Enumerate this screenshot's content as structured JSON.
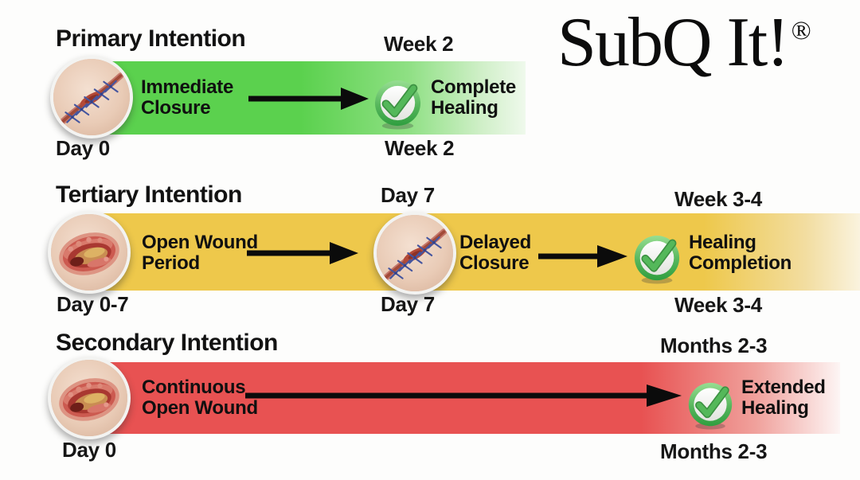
{
  "logo": {
    "brand": "SubQ It!",
    "registered_mark": "®"
  },
  "palette": {
    "primary_bar": "#5bd14e",
    "tertiary_bar": "#eec84b",
    "secondary_bar": "#e85252",
    "check_ring": "#3da44b",
    "check_mark": "#46a94c",
    "arrow_black": "#0b0b0b",
    "text": "#141414"
  },
  "primary": {
    "heading": "Primary Intention",
    "top_label": "Week 2",
    "stage1": "Immediate\nClosure",
    "result": "Complete\nHealing",
    "start_label": "Day 0",
    "end_label": "Week 2"
  },
  "tertiary": {
    "heading": "Tertiary Intention",
    "mid_top_label": "Day 7",
    "end_top_label": "Week 3-4",
    "stage1": "Open Wound\nPeriod",
    "stage2": "Delayed\nClosure",
    "result": "Healing\nCompletion",
    "start_label": "Day 0-7",
    "mid_label": "Day 7",
    "end_label": "Week 3-4"
  },
  "secondary": {
    "heading": "Secondary Intention",
    "end_top_label": "Months 2-3",
    "stage1": "Continuous\nOpen Wound",
    "result": "Extended\nHealing",
    "start_label": "Day 0",
    "end_label": "Months 2-3"
  },
  "icons": {
    "sutured_wound": "sutured-wound-photo",
    "open_wound": "open-wound-photo",
    "checkmark": "green-check-seal"
  }
}
